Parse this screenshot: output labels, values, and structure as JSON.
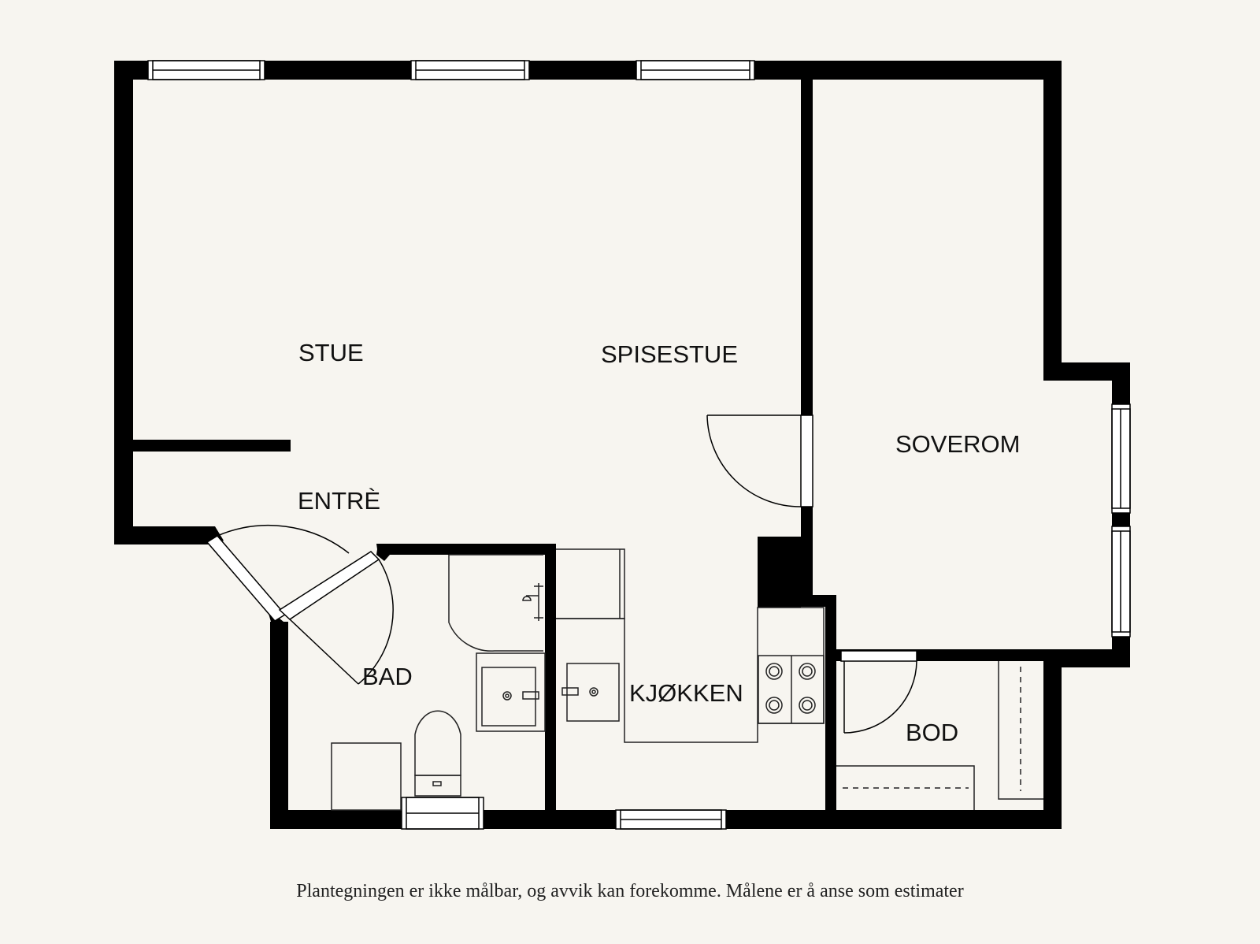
{
  "rooms": {
    "stue": "STUE",
    "spisestue": "SPISESTUE",
    "soverom": "SOVEROM",
    "entre": "ENTRÈ",
    "bad": "BAD",
    "kjokken": "KJØKKEN",
    "bod": "BOD"
  },
  "disclaimer": "Plantegningen er ikke målbar, og avvik kan forekomme. Målene er å anse som estimater",
  "colors": {
    "wall": "#000000",
    "background": "#f7f5f0",
    "fixture_line": "#222222"
  }
}
